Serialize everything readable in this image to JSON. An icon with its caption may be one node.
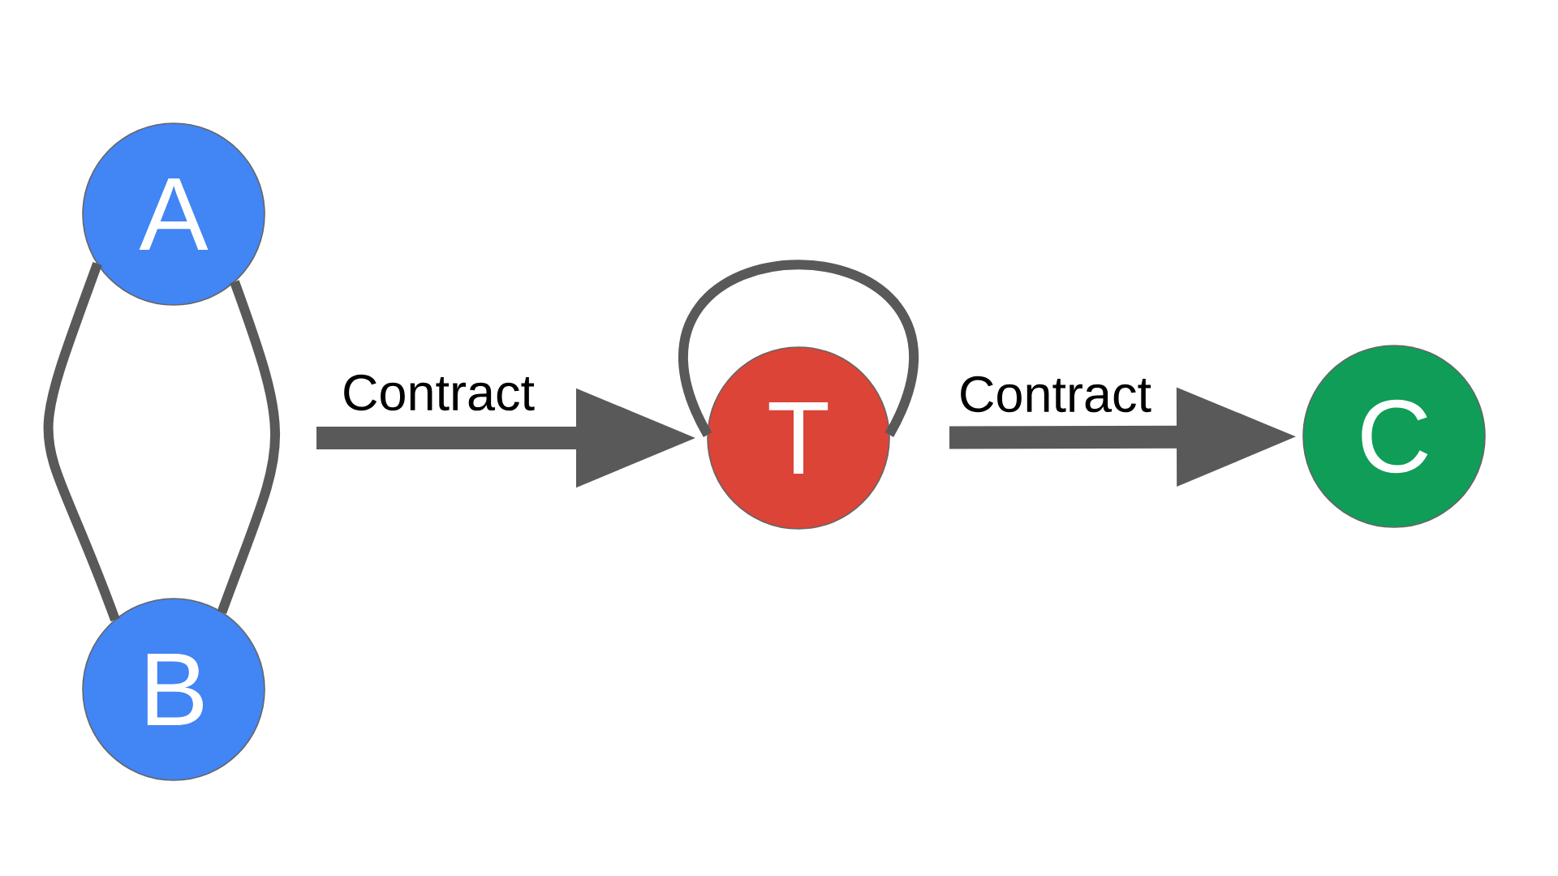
{
  "diagram": {
    "nodes": [
      {
        "text": [
          "A"
        ]
      },
      {
        "text": [
          "B"
        ]
      },
      {
        "text": [
          "T"
        ]
      },
      {
        "text": [
          "C"
        ]
      }
    ],
    "edges": [
      {
        "from": 0,
        "to": 1,
        "arrow": "none"
      },
      {
        "from": 0,
        "to": 1,
        "arrow": "none"
      },
      {
        "from": 2,
        "to": 2,
        "arrow": "none"
      },
      {
        "from": null,
        "to": 2,
        "arrow": "to",
        "label": "Contract",
        "style": "thick"
      },
      {
        "from": 2,
        "to": 3,
        "arrow": "to",
        "label": "Contract",
        "style": "thick"
      }
    ]
  }
}
